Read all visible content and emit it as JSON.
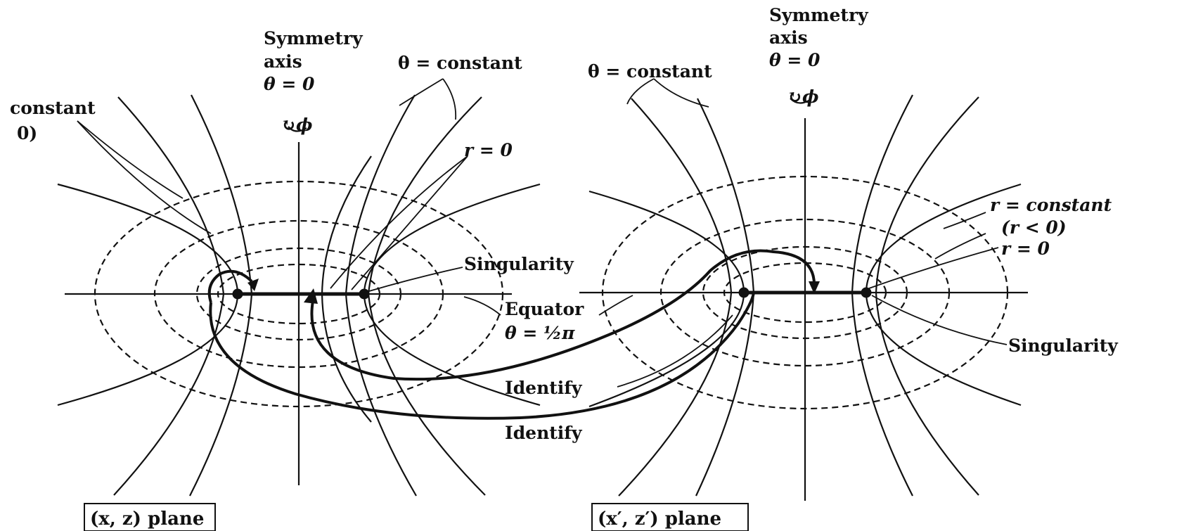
{
  "left_panel": {
    "axis_title_line1": "Symmetry",
    "axis_title_line2": "axis",
    "axis_title_line3": "θ = 0",
    "phi_label": "↻ϕ",
    "theta_const_label": "θ = constant",
    "r_const_label_line1": "constant",
    "r_const_label_line2": "0)",
    "r_zero_label": "r = 0",
    "singularity_label": "Singularity",
    "equator_label": "Equator",
    "equator_theta_label": "θ = ½π",
    "plane_label": "(x, z) plane"
  },
  "right_panel": {
    "axis_title_line1": "Symmetry",
    "axis_title_line2": "axis",
    "axis_title_line3": "θ = 0",
    "phi_label": "↻ϕ",
    "theta_const_label": "θ = constant",
    "r_const_label": "r = constant",
    "r_negative_label": "(r < 0)",
    "r_zero_label": "r = 0",
    "singularity_label": "Singularity",
    "plane_label": "(x′, z′) plane"
  },
  "identify_upper": "Identify",
  "identify_lower": "Identify",
  "colors": {
    "ink": "#111111",
    "background": "#ffffff"
  }
}
